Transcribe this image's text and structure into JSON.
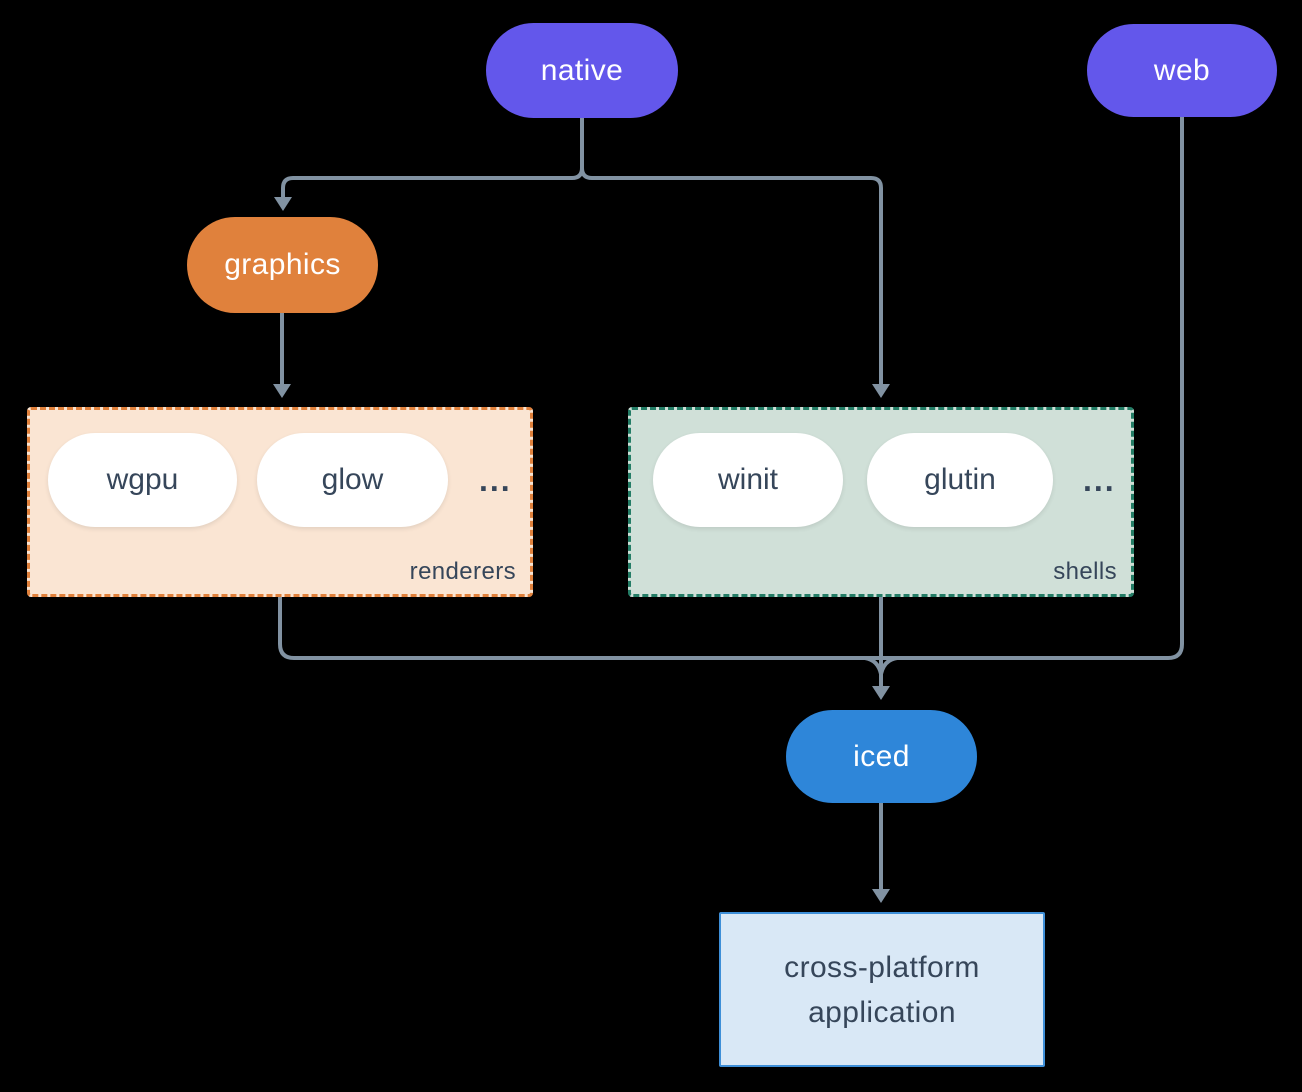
{
  "diagram": {
    "nodes": {
      "native": {
        "label": "native",
        "color": "#6357EB",
        "text_color": "#FFFFFF"
      },
      "web": {
        "label": "web",
        "color": "#6357EB",
        "text_color": "#FFFFFF"
      },
      "graphics": {
        "label": "graphics",
        "color": "#E0813C",
        "text_color": "#FFFFFF"
      },
      "iced": {
        "label": "iced",
        "color": "#2E86D9",
        "text_color": "#FFFFFF"
      },
      "application": {
        "label": "cross-platform\napplication",
        "bg": "#D9E8F6",
        "border": "#3E8FD8",
        "text_color": "#36465A"
      }
    },
    "groups": {
      "renderers": {
        "label": "renderers",
        "items": [
          "wgpu",
          "glow"
        ],
        "ellipsis": "...",
        "bg": "#FAE5D3",
        "border": "#E0813C"
      },
      "shells": {
        "label": "shells",
        "items": [
          "winit",
          "glutin"
        ],
        "ellipsis": "...",
        "bg": "#D0E0D8",
        "border": "#247D66"
      }
    },
    "edges": [
      {
        "from": "native",
        "to": "graphics"
      },
      {
        "from": "native",
        "to": "shells"
      },
      {
        "from": "graphics",
        "to": "renderers"
      },
      {
        "from": "renderers",
        "to": "iced"
      },
      {
        "from": "shells",
        "to": "iced"
      },
      {
        "from": "web",
        "to": "iced"
      },
      {
        "from": "iced",
        "to": "application"
      }
    ],
    "colors": {
      "background": "#000000",
      "connector": "#8192A2",
      "dark_text": "#36465A",
      "item_pill_bg": "#FFFFFF"
    }
  }
}
